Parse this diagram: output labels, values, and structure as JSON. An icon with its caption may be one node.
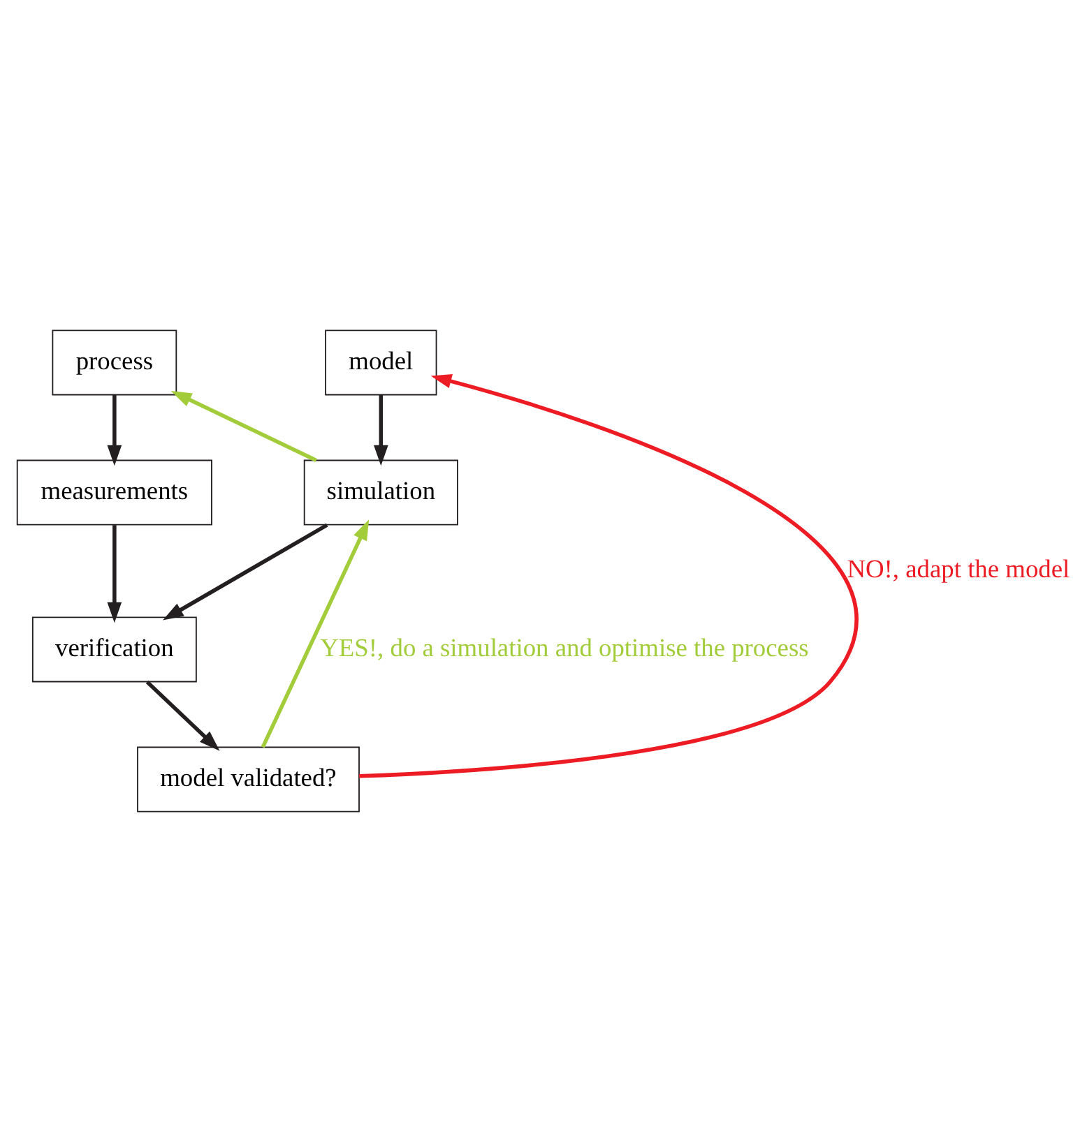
{
  "diagram": {
    "nodes": [
      {
        "text": [
          "process"
        ]
      },
      {
        "text": [
          "model"
        ]
      },
      {
        "text": [
          "measurements"
        ]
      },
      {
        "text": [
          "simulation"
        ]
      },
      {
        "text": [
          "verification"
        ]
      },
      {
        "text": [
          "model validated?"
        ]
      }
    ],
    "edges": [
      {
        "from": 0,
        "to": 2,
        "arrow": "to"
      },
      {
        "from": 1,
        "to": 3,
        "arrow": "to"
      },
      {
        "from": 2,
        "to": 4,
        "arrow": "to"
      },
      {
        "from": 3,
        "to": 4,
        "arrow": "to"
      },
      {
        "from": 4,
        "to": 5,
        "arrow": "to"
      },
      {
        "from": 3,
        "to": 0,
        "arrow": "to",
        "color": "#a2cc3a"
      },
      {
        "from": 5,
        "to": 3,
        "arrow": "to",
        "color": "#a2cc3a",
        "label": "YES!, do a simulation and optimise the process"
      },
      {
        "from": 5,
        "to": 1,
        "arrow": "to",
        "color": "#ed1c24",
        "label": "NO!, adapt the model"
      }
    ]
  }
}
